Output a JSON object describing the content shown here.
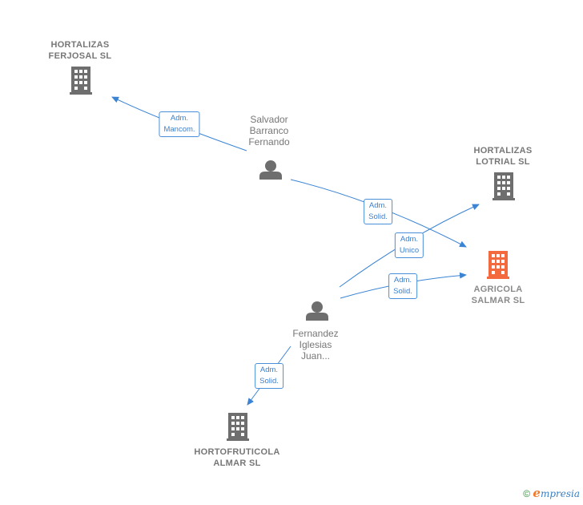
{
  "companies": {
    "ferjosal": {
      "line1": "HORTALIZAS",
      "line2": "FERJOSAL  SL",
      "icon": "building-icon",
      "color": "#6e6e6e"
    },
    "lotrial": {
      "line1": "HORTALIZAS",
      "line2": "LOTRIAL  SL",
      "icon": "building-icon",
      "color": "#6e6e6e"
    },
    "salmar": {
      "line1": "AGRICOLA",
      "line2": "SALMAR  SL",
      "icon": "building-icon",
      "color": "#f26a3d"
    },
    "almar": {
      "line1": "HORTOFRUTICOLA",
      "line2": "ALMAR  SL",
      "icon": "building-icon",
      "color": "#6e6e6e"
    }
  },
  "persons": {
    "salvador": {
      "line1": "Salvador",
      "line2": "Barranco",
      "line3": "Fernando",
      "icon": "person-icon",
      "color": "#6e6e6e"
    },
    "fernandez": {
      "line1": "Fernandez",
      "line2": "Iglesias",
      "line3": "Juan...",
      "icon": "person-icon",
      "color": "#6e6e6e"
    }
  },
  "relations": {
    "salvador_ferjosal": {
      "line1": "Adm.",
      "line2": "Mancom."
    },
    "salvador_salmar": {
      "line1": "Adm.",
      "line2": "Solid."
    },
    "fernandez_lotrial": {
      "line1": "Adm.",
      "line2": "Unico"
    },
    "fernandez_salmar": {
      "line1": "Adm.",
      "line2": "Solid."
    },
    "fernandez_almar": {
      "line1": "Adm.",
      "line2": "Solid."
    }
  },
  "colors": {
    "edge": "#3b84d4",
    "label_text": "#777777"
  },
  "footer": {
    "copyright": "©",
    "brand_initial": "e",
    "brand_rest": "mpresia"
  }
}
